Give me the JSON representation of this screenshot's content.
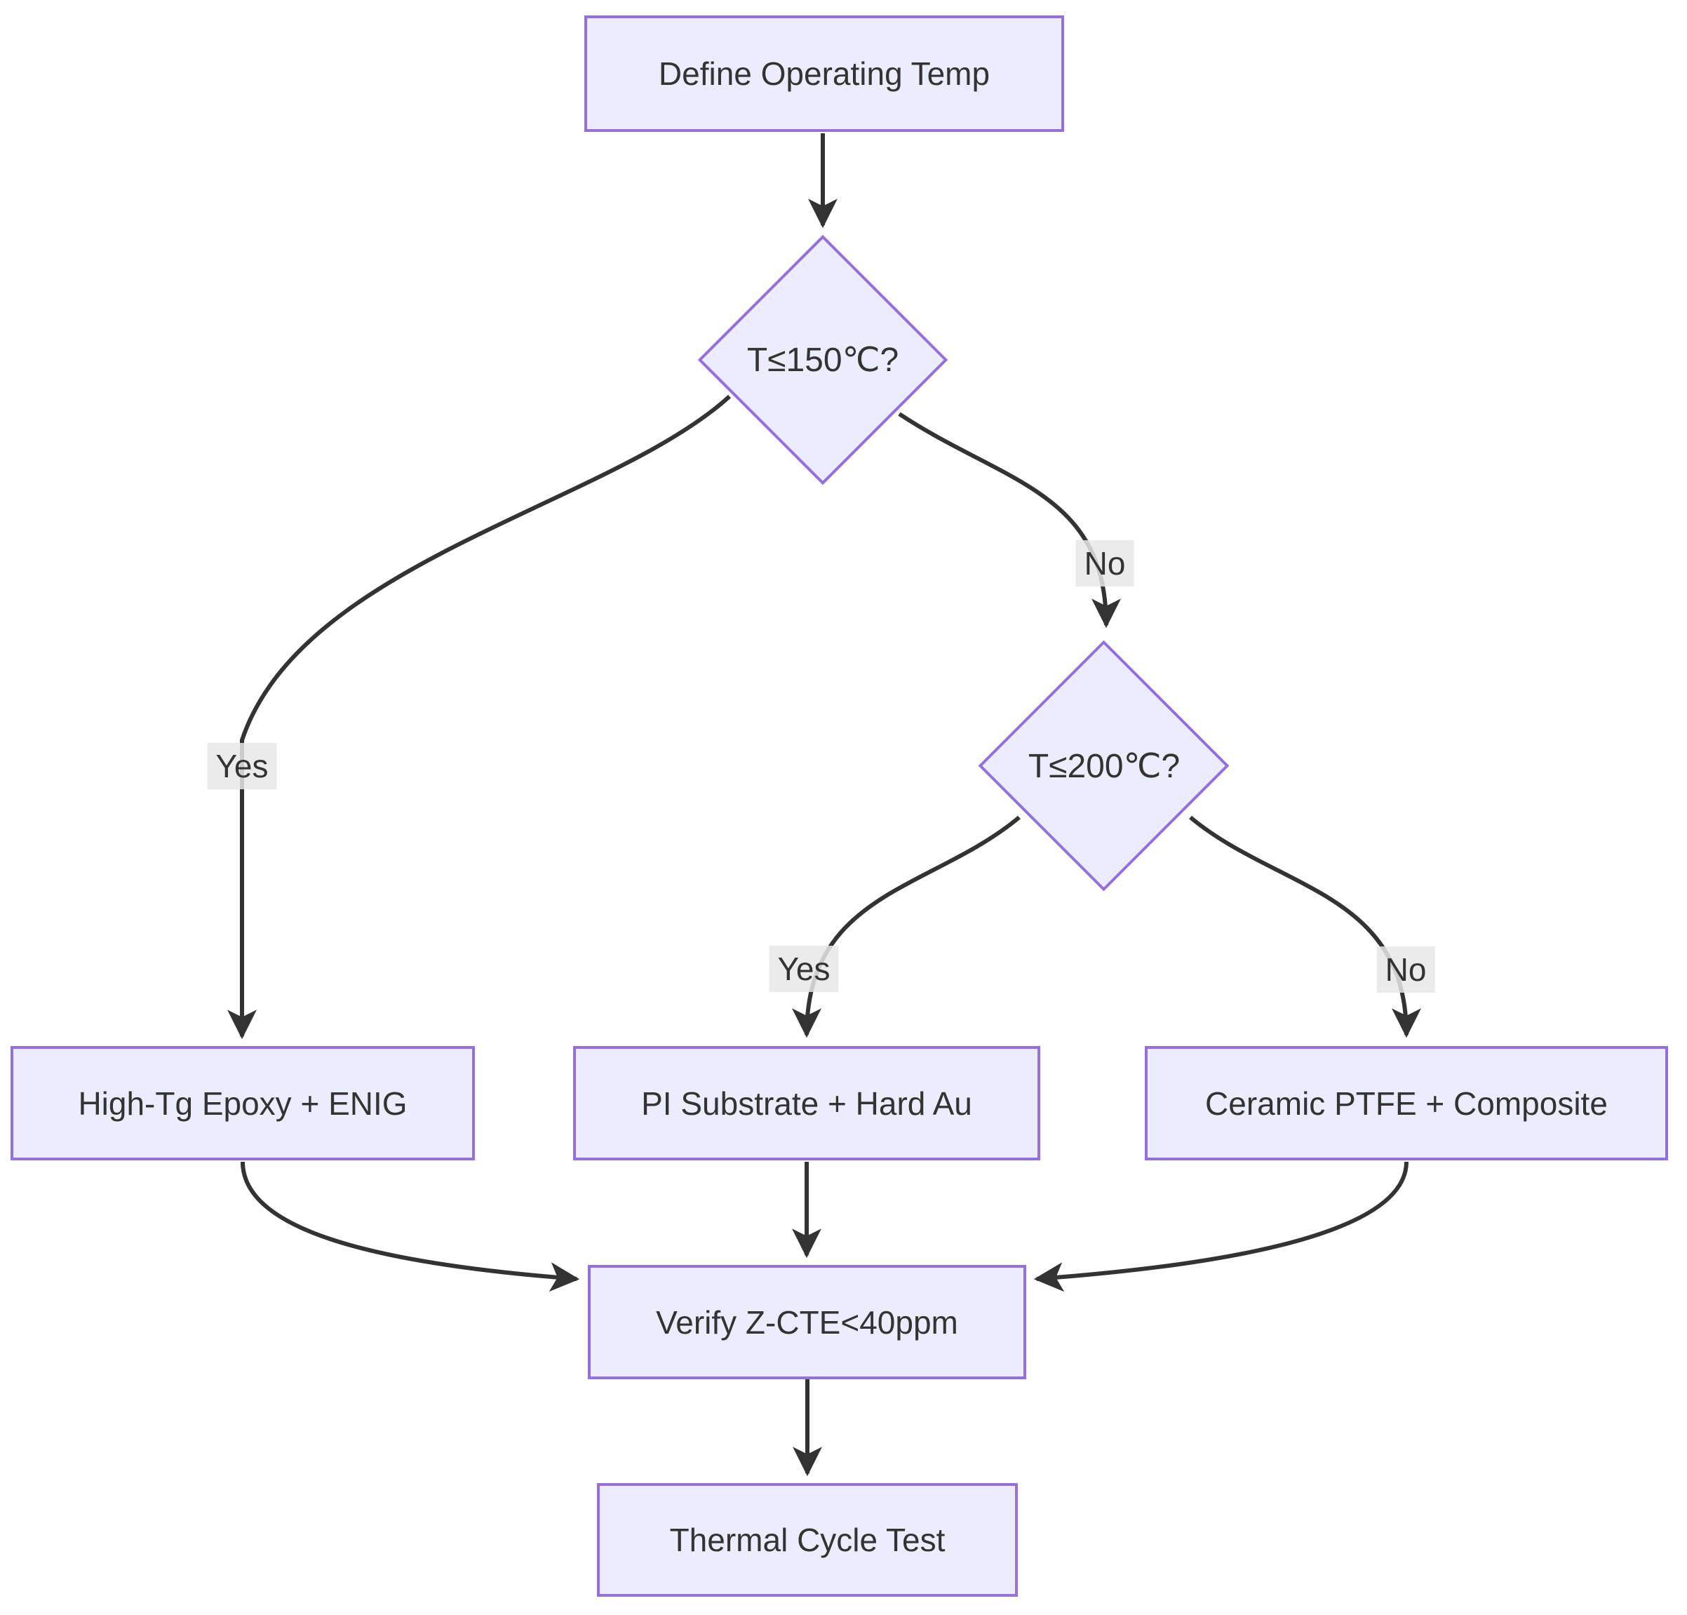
{
  "diagram": {
    "type": "flowchart",
    "direction": "top-down",
    "nodes": {
      "start": {
        "label": "Define Operating Temp",
        "shape": "rect"
      },
      "t150": {
        "label": "T≤150℃?",
        "shape": "diamond"
      },
      "t200": {
        "label": "T≤200℃?",
        "shape": "diamond"
      },
      "epoxy": {
        "label": "High-Tg Epoxy + ENIG",
        "shape": "rect"
      },
      "pi": {
        "label": "PI Substrate + Hard Au",
        "shape": "rect"
      },
      "ceramic": {
        "label": "Ceramic PTFE + Composite",
        "shape": "rect"
      },
      "verify": {
        "label": "Verify Z-CTE<40ppm",
        "shape": "rect"
      },
      "test": {
        "label": "Thermal Cycle Test",
        "shape": "rect"
      }
    },
    "edges": [
      {
        "from": "start",
        "to": "t150",
        "label": ""
      },
      {
        "from": "t150",
        "to": "epoxy",
        "label": "Yes"
      },
      {
        "from": "t150",
        "to": "t200",
        "label": "No"
      },
      {
        "from": "t200",
        "to": "pi",
        "label": "Yes"
      },
      {
        "from": "t200",
        "to": "ceramic",
        "label": "No"
      },
      {
        "from": "epoxy",
        "to": "verify",
        "label": ""
      },
      {
        "from": "pi",
        "to": "verify",
        "label": ""
      },
      {
        "from": "ceramic",
        "to": "verify",
        "label": ""
      },
      {
        "from": "verify",
        "to": "test",
        "label": ""
      }
    ],
    "colors": {
      "node_fill": "#ECECFF",
      "node_border": "#9370DB",
      "edge_stroke": "#333333",
      "text": "#333333",
      "edge_label_bg": "#e8e8e8",
      "canvas_bg": "#ffffff"
    }
  }
}
